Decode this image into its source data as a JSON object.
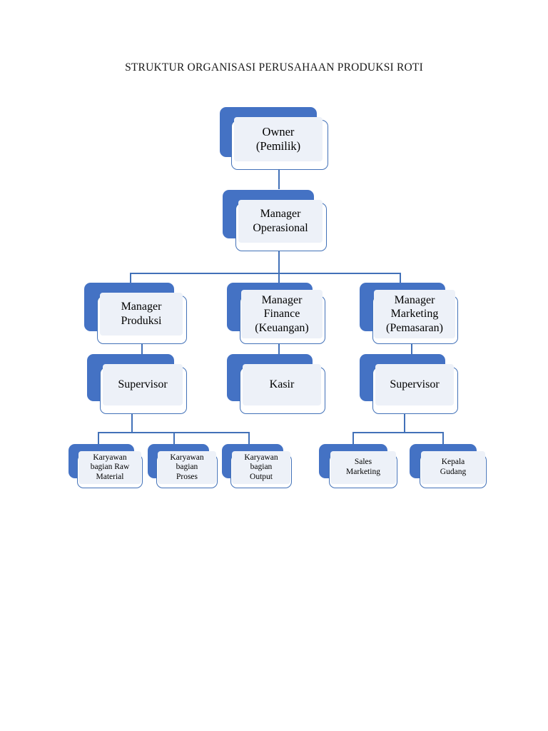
{
  "document": {
    "title": "STRUKTUR ORGANISASI PERUSAHAAN PRODUKSI ROTI"
  },
  "theme": {
    "accent_blue": "#4472C4",
    "border_blue": "#4271b8",
    "node_fill": "#EDF1F8",
    "page_background": "#ffffff",
    "text_color": "#000000"
  },
  "chart_data": {
    "type": "diagram",
    "subtype": "organization-chart",
    "title": "STRUKTUR ORGANISASI PERUSAHAAN PRODUKSI ROTI",
    "orientation": "top-down",
    "levels": 5,
    "nodes": [
      {
        "id": "owner",
        "label": "Owner\n(Pemilik)",
        "level": 1,
        "parent": null
      },
      {
        "id": "manager-ops",
        "label": "Manager\nOperasional",
        "level": 2,
        "parent": "owner"
      },
      {
        "id": "manager-produksi",
        "label": "Manager\nProduksi",
        "level": 3,
        "parent": "manager-ops"
      },
      {
        "id": "manager-finance",
        "label": "Manager\nFinance\n(Keuangan)",
        "level": 3,
        "parent": "manager-ops"
      },
      {
        "id": "manager-marketing",
        "label": "Manager\nMarketing\n(Pemasaran)",
        "level": 3,
        "parent": "manager-ops"
      },
      {
        "id": "supervisor-prod",
        "label": "Supervisor",
        "level": 4,
        "parent": "manager-produksi"
      },
      {
        "id": "kasir",
        "label": "Kasir",
        "level": 4,
        "parent": "manager-finance"
      },
      {
        "id": "supervisor-mkt",
        "label": "Supervisor",
        "level": 4,
        "parent": "manager-marketing"
      },
      {
        "id": "karyawan-raw",
        "label": "Karyawan\nbagian Raw\nMaterial",
        "level": 5,
        "parent": "supervisor-prod"
      },
      {
        "id": "karyawan-proses",
        "label": "Karyawan\nbagian\nProses",
        "level": 5,
        "parent": "supervisor-prod"
      },
      {
        "id": "karyawan-output",
        "label": "Karyawan\nbagian\nOutput",
        "level": 5,
        "parent": "supervisor-prod"
      },
      {
        "id": "sales-marketing",
        "label": "Sales\nMarketing",
        "level": 5,
        "parent": "supervisor-mkt"
      },
      {
        "id": "kepala-gudang",
        "label": "Kepala\nGudang",
        "level": 5,
        "parent": "supervisor-mkt"
      }
    ]
  },
  "nodes": {
    "owner": {
      "line1": "Owner",
      "line2": "(Pemilik)",
      "line3": ""
    },
    "manager_ops": {
      "line1": "Manager",
      "line2": "Operasional",
      "line3": ""
    },
    "manager_produksi": {
      "line1": "Manager",
      "line2": "Produksi",
      "line3": ""
    },
    "manager_finance": {
      "line1": "Manager",
      "line2": "Finance",
      "line3": "(Keuangan)"
    },
    "manager_marketing": {
      "line1": "Manager",
      "line2": "Marketing",
      "line3": "(Pemasaran)"
    },
    "supervisor_prod": {
      "line1": "Supervisor",
      "line2": "",
      "line3": ""
    },
    "kasir": {
      "line1": "Kasir",
      "line2": "",
      "line3": ""
    },
    "supervisor_mkt": {
      "line1": "Supervisor",
      "line2": "",
      "line3": ""
    },
    "karyawan_raw": {
      "line1": "Karyawan",
      "line2": "bagian Raw",
      "line3": "Material"
    },
    "karyawan_proses": {
      "line1": "Karyawan",
      "line2": "bagian",
      "line3": "Proses"
    },
    "karyawan_output": {
      "line1": "Karyawan",
      "line2": "bagian",
      "line3": "Output"
    },
    "sales_marketing": {
      "line1": "Sales",
      "line2": "Marketing",
      "line3": ""
    },
    "kepala_gudang": {
      "line1": "Kepala",
      "line2": "Gudang",
      "line3": ""
    }
  }
}
